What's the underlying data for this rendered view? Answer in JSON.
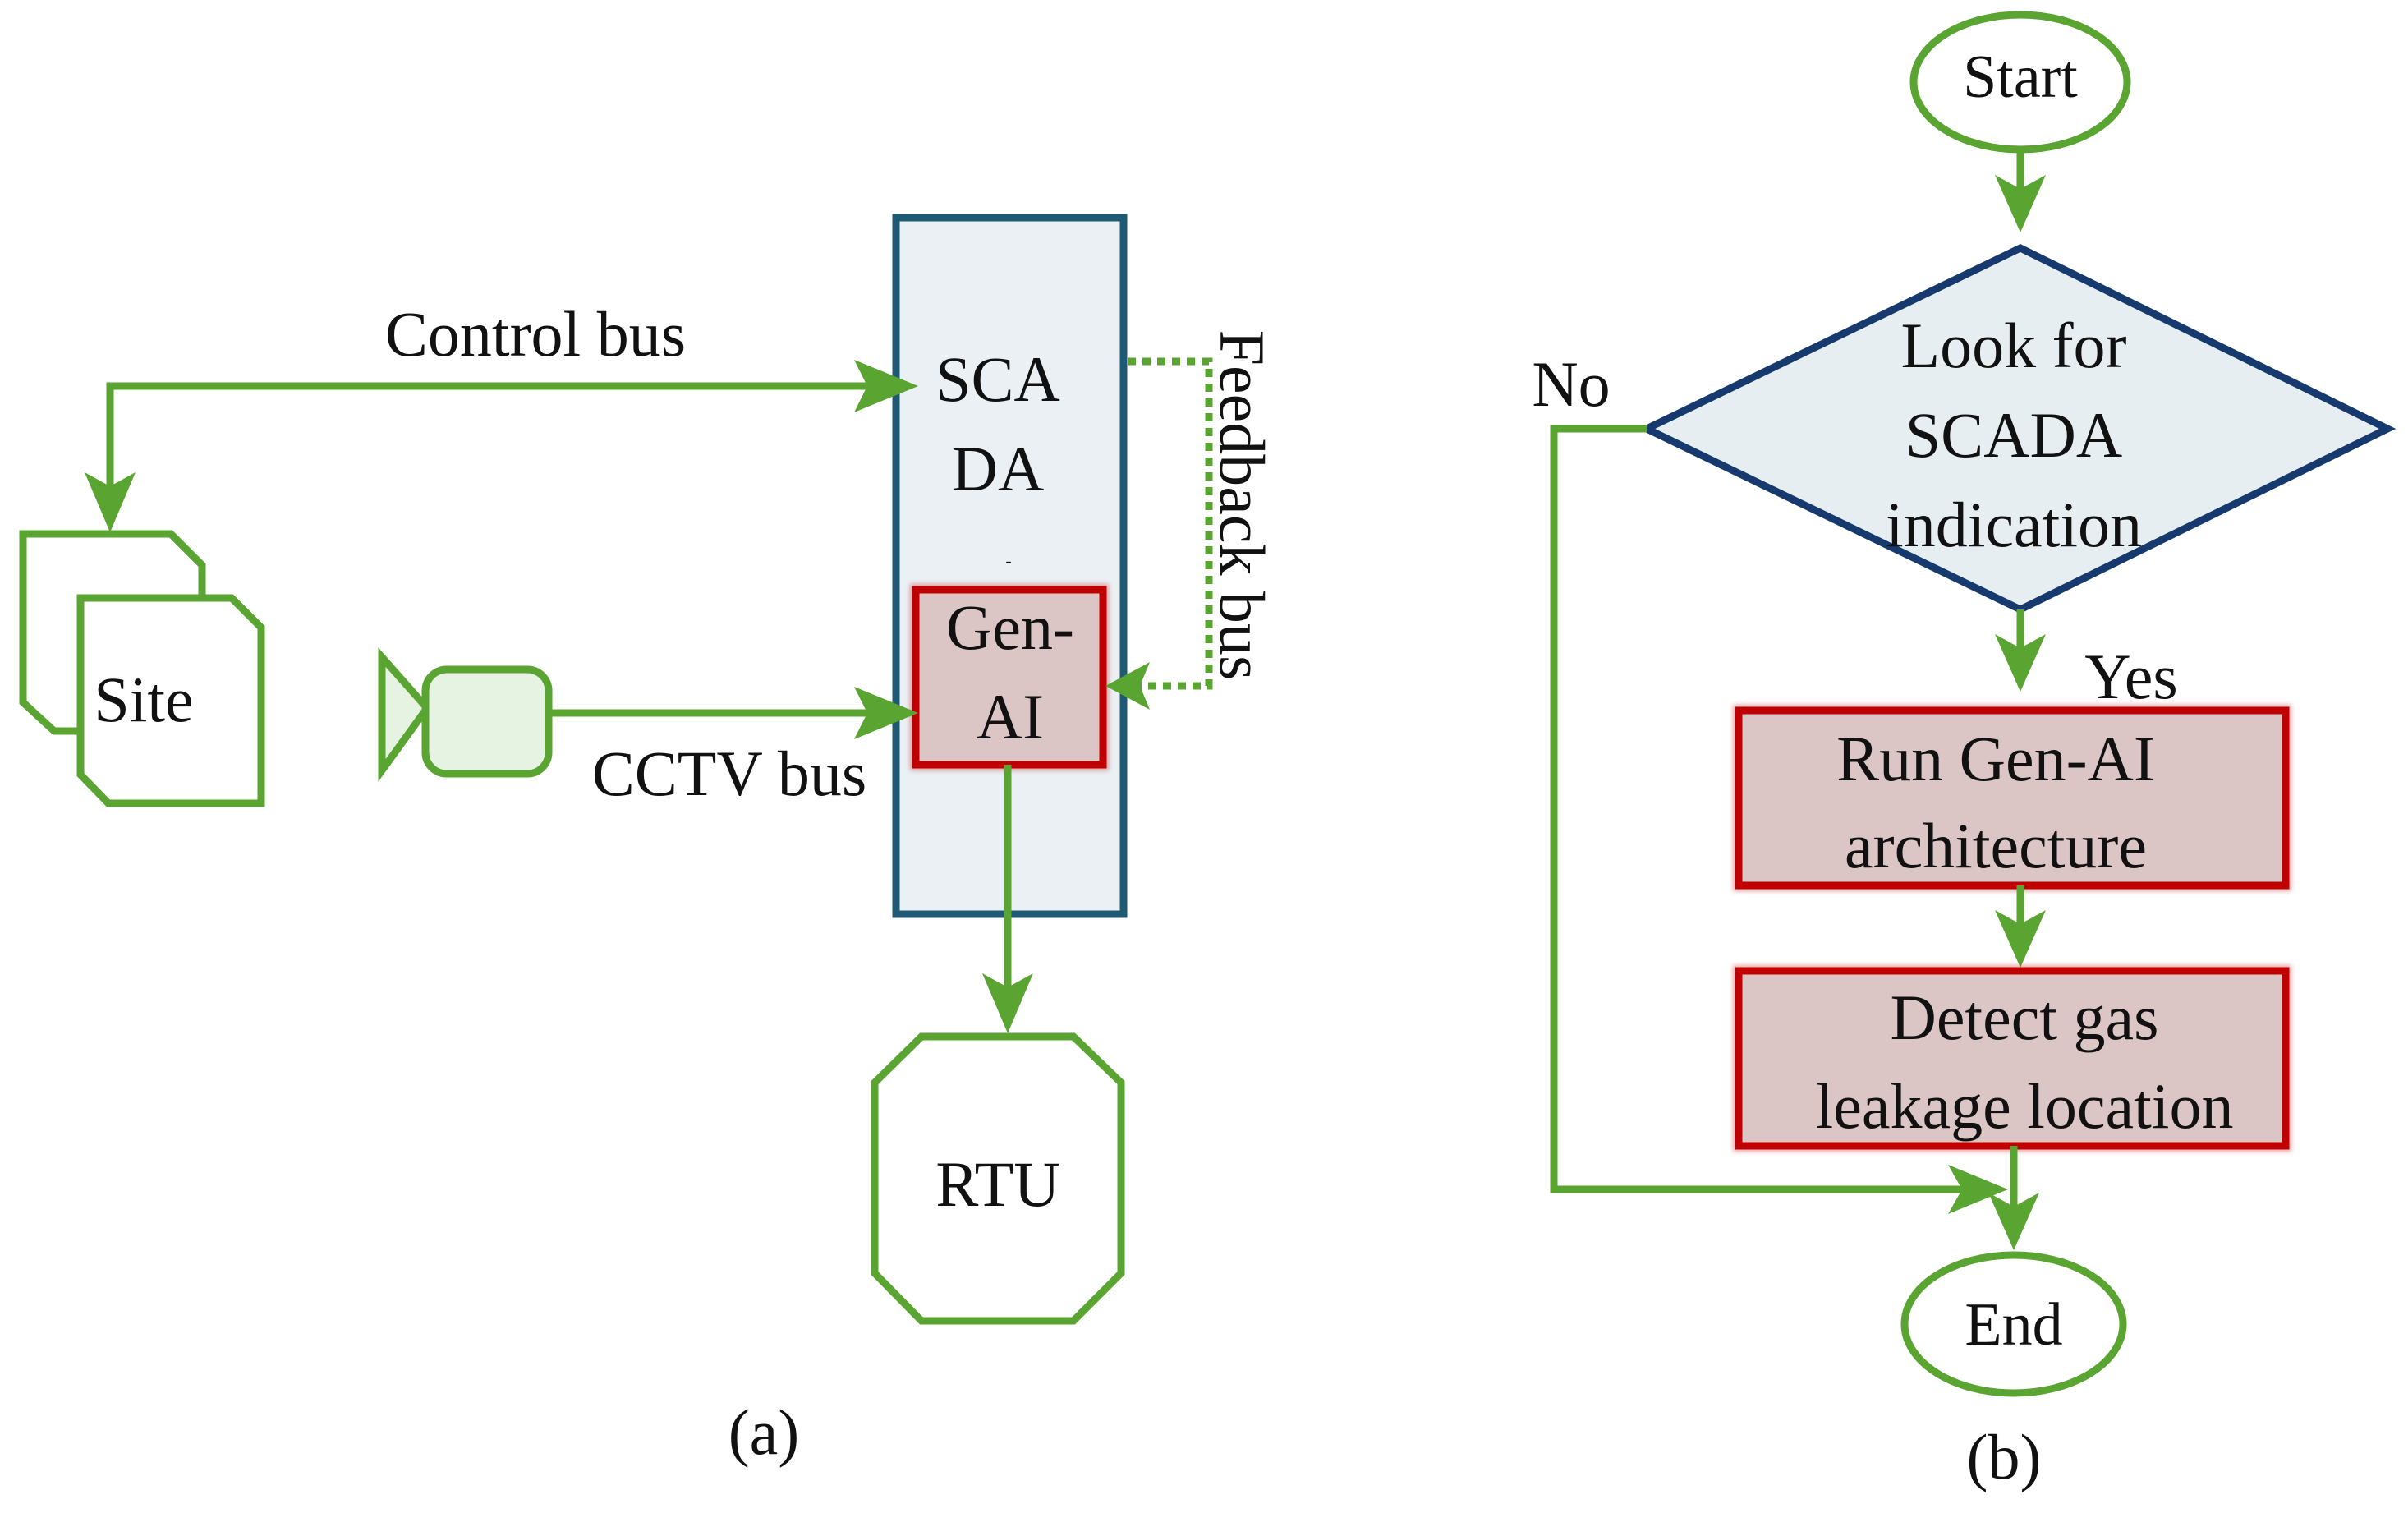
{
  "colors": {
    "green": "#5aa532",
    "navy": "#173a6e",
    "teal_border": "#1f5a74",
    "panel_fill": "#eaf0f4",
    "diamond_fill": "#e7eef1",
    "red": "#c00000",
    "rose_fill": "#dcc5c5",
    "camera_fill": "#e6f2e2"
  },
  "panel_a": {
    "caption": "(a)",
    "scada_line1": "SCA",
    "scada_line2": "DA",
    "scada_dot": "-",
    "genai_line1": "Gen-",
    "genai_line2": "AI",
    "control_bus_label": "Control bus",
    "feedback_bus_label": "Feedback bus",
    "cctv_bus_label": "CCTV bus",
    "site_label": "Site",
    "rtu_label": "RTU",
    "camera_icon": "video-camera-icon"
  },
  "panel_b": {
    "caption": "(b)",
    "start_label": "Start",
    "decision_line1": "Look for",
    "decision_line2": "SCADA",
    "decision_line3": "indication",
    "no_label": "No",
    "yes_label": "Yes",
    "run_line1": "Run Gen-AI",
    "run_line2": "architecture",
    "detect_line1": "Detect gas",
    "detect_line2": "leakage location",
    "end_label": "End"
  }
}
